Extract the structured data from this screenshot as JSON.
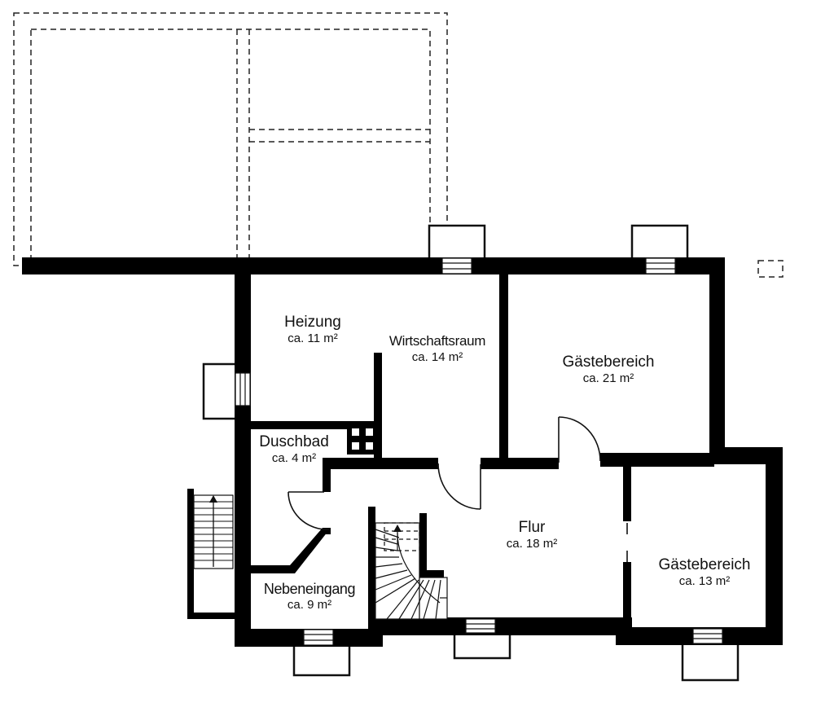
{
  "rooms": {
    "heizung": {
      "name": "Heizung",
      "area": "ca. 11 m²"
    },
    "wirtschaftsraum": {
      "name": "Wirtschaftsraum",
      "area": "ca. 14 m²"
    },
    "gaestebereich_1": {
      "name": "Gästebereich",
      "area": "ca. 21 m²"
    },
    "duschbad": {
      "name": "Duschbad",
      "area": "ca. 4 m²"
    },
    "flur": {
      "name": "Flur",
      "area": "ca. 18 m²"
    },
    "gaestebereich_2": {
      "name": "Gästebereich",
      "area": "ca. 13 m²"
    },
    "nebeneingang": {
      "name": "Nebeneingang",
      "area": "ca. 9 m²"
    }
  }
}
